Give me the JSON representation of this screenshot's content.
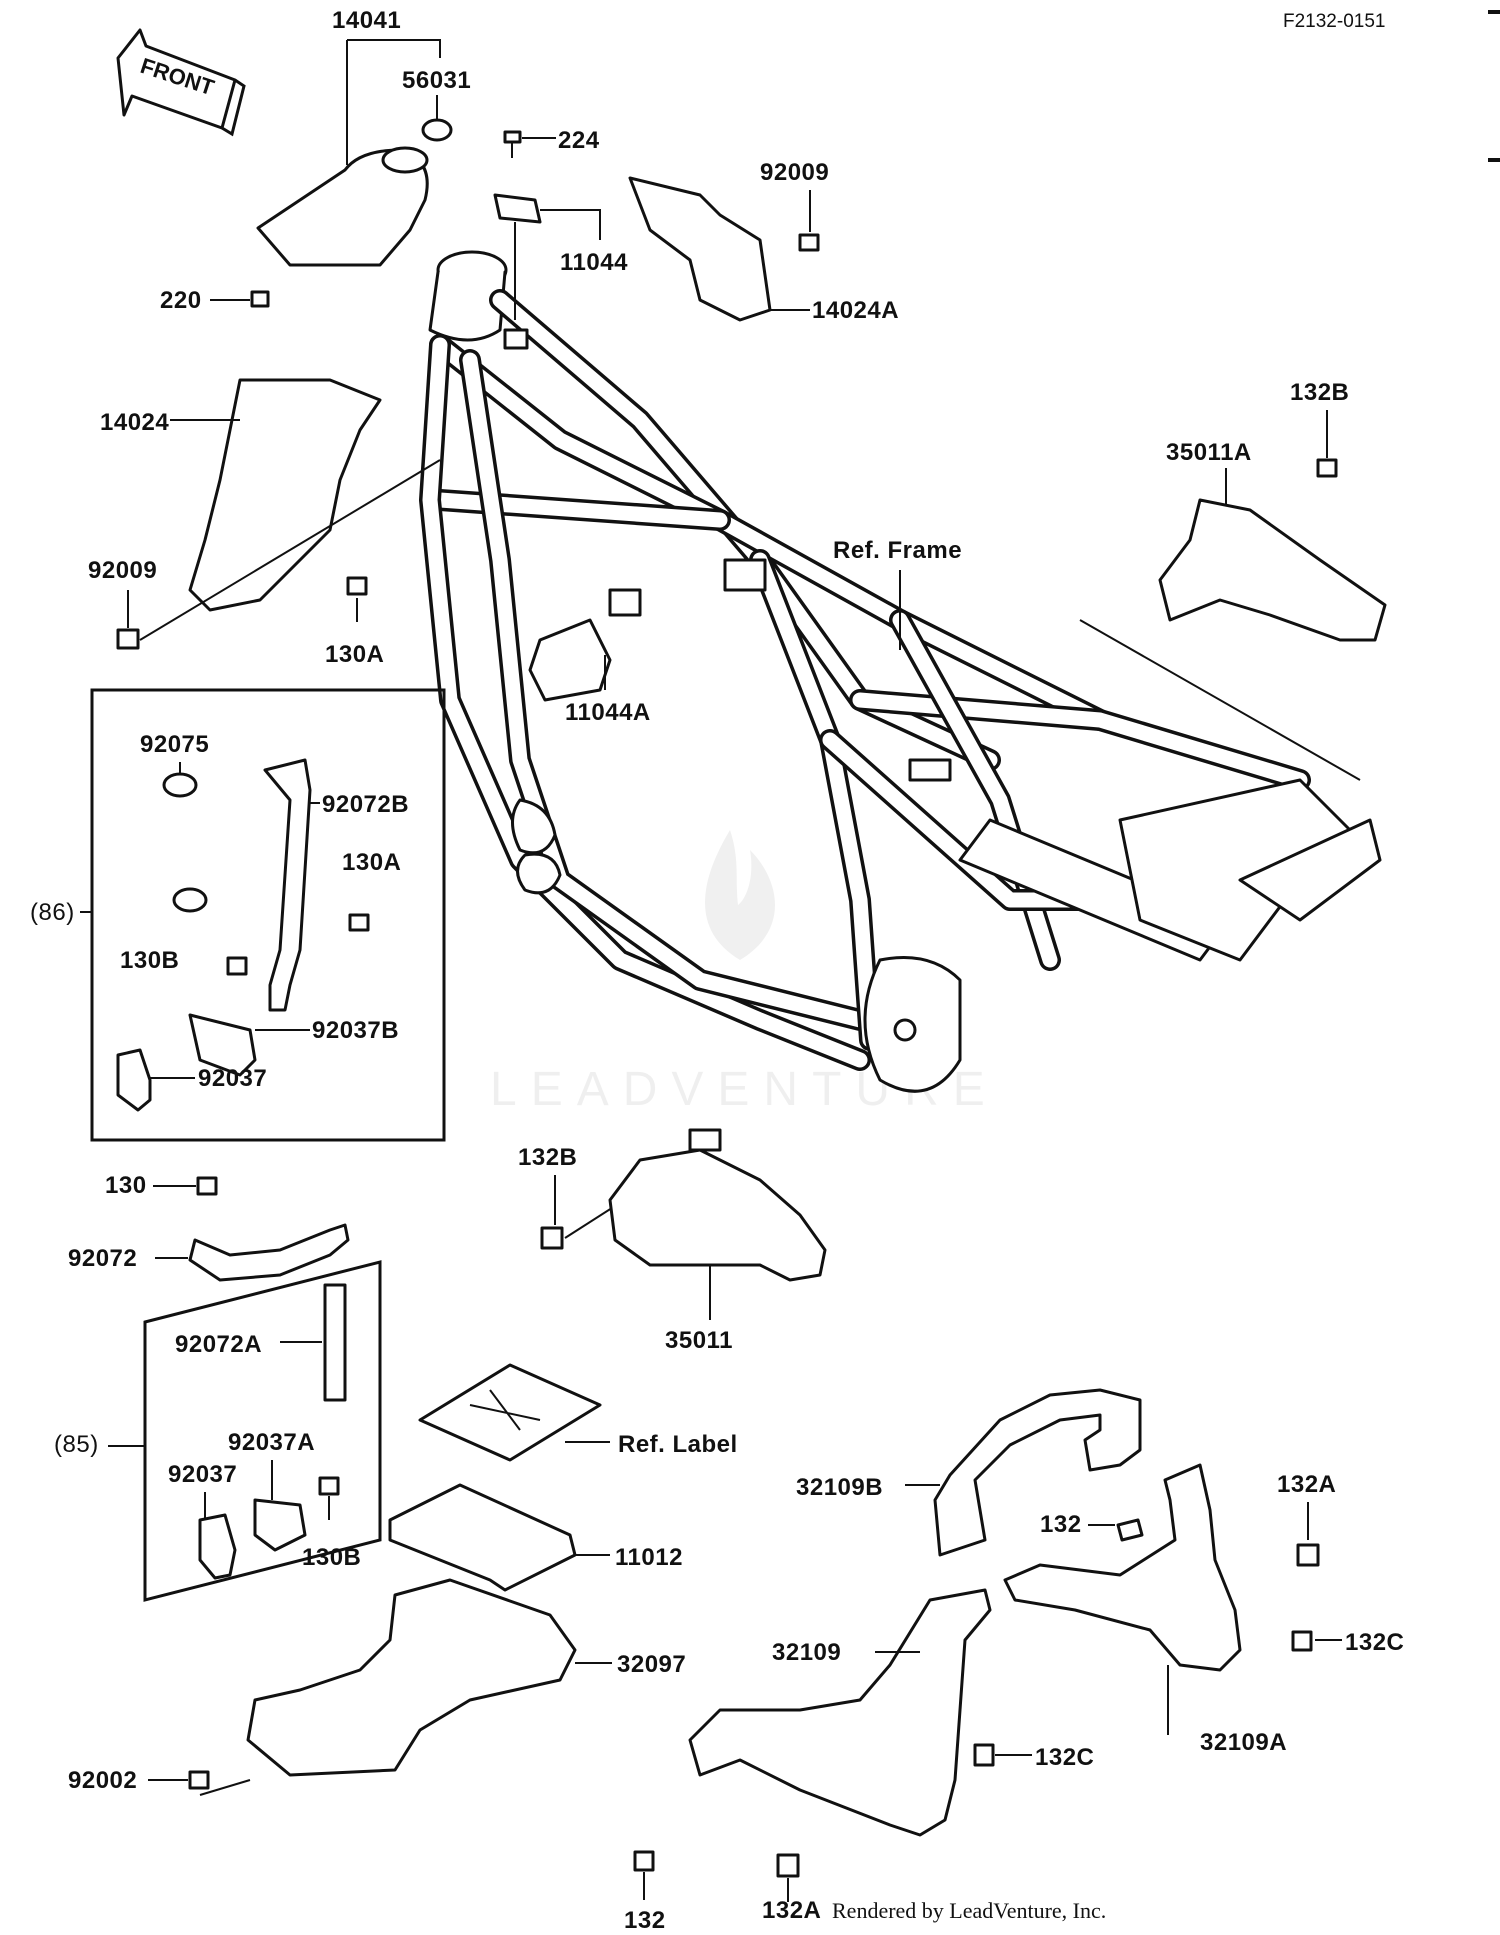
{
  "diagram_code": "F2132-0151",
  "front_arrow_label": "FRONT",
  "footer": "Rendered by LeadVenture, Inc.",
  "watermark": "LEADVENTURE",
  "groups": {
    "g86": "(86)",
    "g85": "(85)"
  },
  "labels": {
    "p14041": "14041",
    "p56031": "56031",
    "p224": "224",
    "p92009_top": "92009",
    "p11044": "11044",
    "p220": "220",
    "p14024A": "14024A",
    "p132B_top": "132B",
    "p14024": "14024",
    "p35011A": "35011A",
    "p92009_left": "92009",
    "ref_frame": "Ref. Frame",
    "p130A": "130A",
    "p11044A": "11044A",
    "p92075": "92075",
    "p92072B": "92072B",
    "p130A_box": "130A",
    "p130B_box": "130B",
    "p92037B": "92037B",
    "p92037_box86": "92037",
    "p132B_mid": "132B",
    "p130": "130",
    "p92072": "92072",
    "p35011": "35011",
    "p92072A": "92072A",
    "ref_label": "Ref. Label",
    "p92037A": "92037A",
    "p92037_box85": "92037",
    "p130B_box85": "130B",
    "p32109B": "32109B",
    "p132A_right": "132A",
    "p132_right": "132",
    "p11012": "11012",
    "p132C_right": "132C",
    "p32097": "32097",
    "p32109": "32109",
    "p132C_mid": "132C",
    "p32109A": "32109A",
    "p92002": "92002",
    "p132_bottom": "132",
    "p132A_bottom": "132A"
  }
}
